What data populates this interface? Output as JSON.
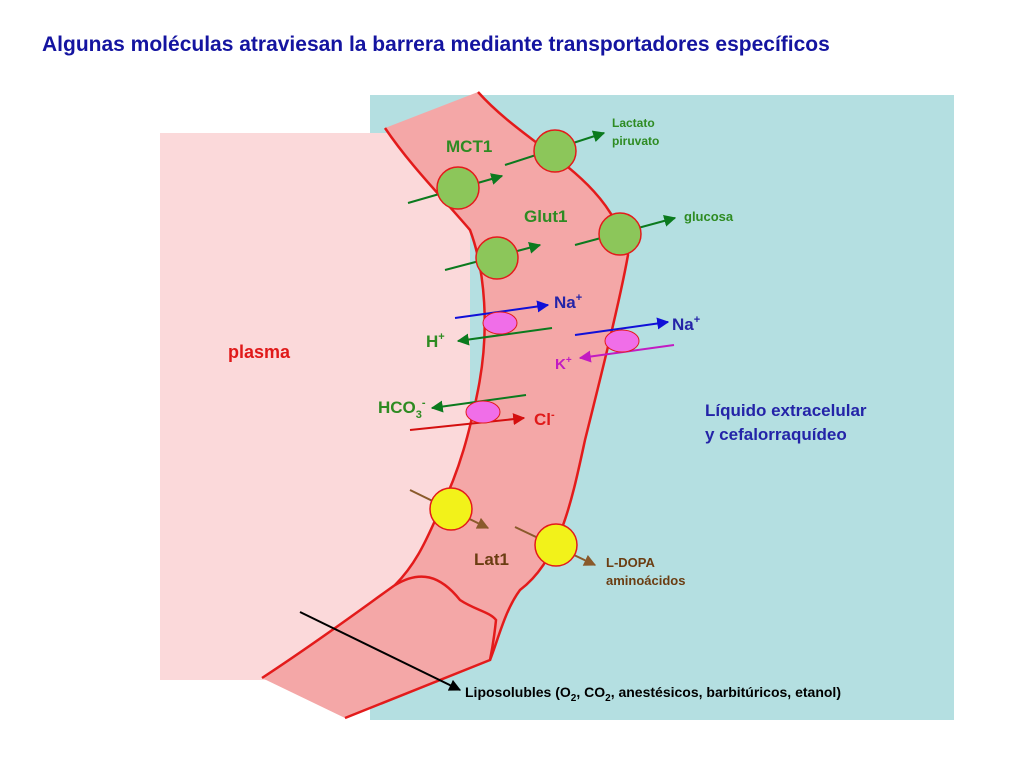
{
  "title": "Algunas moléculas atraviesan la barrera mediante transportadores específicos",
  "labels": {
    "plasma": "plasma",
    "extracellular_line1": "Líquido extracelular",
    "extracellular_line2": "y cefalorraquídeo",
    "mct1": "MCT1",
    "glut1": "Glut1",
    "lat1": "Lat1",
    "lactato": "Lactato",
    "piruvato": "piruvato",
    "glucosa": "glucosa",
    "na_left": "Na",
    "na_right": "Na",
    "h": "H",
    "k": "K",
    "hco3": "HCO",
    "hco3_sub": "3",
    "cl": "Cl",
    "ion_plus": "+",
    "ion_minus": "-",
    "ldopa": "L-DOPA",
    "aminoacidos": "aminoácidos",
    "liposolubles_1": "Liposolubles (O",
    "sub_2": "2",
    "liposolubles_2": ", CO",
    "liposolubles_3": ", anestésicos, barbitúricos, etanol)"
  },
  "colors": {
    "plasma_bg": "#fbd9da",
    "extracellular_bg": "#b4dfe1",
    "capillary_fill": "#f4a7a7",
    "capillary_edge": "#e31b1b",
    "green_transporter": "#8cc65a",
    "pink_exchanger": "#f06ee8",
    "yellow_transporter": "#f2f21a",
    "green_arrow": "#0b7a1e",
    "blue_arrow": "#1010d8",
    "magenta_arrow": "#c21bc2",
    "red_arrow": "#d40f0f",
    "brown_arrow": "#8a5a2b",
    "label_red": "#e01a1a",
    "label_green": "#2e8b22",
    "label_blue": "#2424a8",
    "label_brown": "#6b3d12"
  }
}
